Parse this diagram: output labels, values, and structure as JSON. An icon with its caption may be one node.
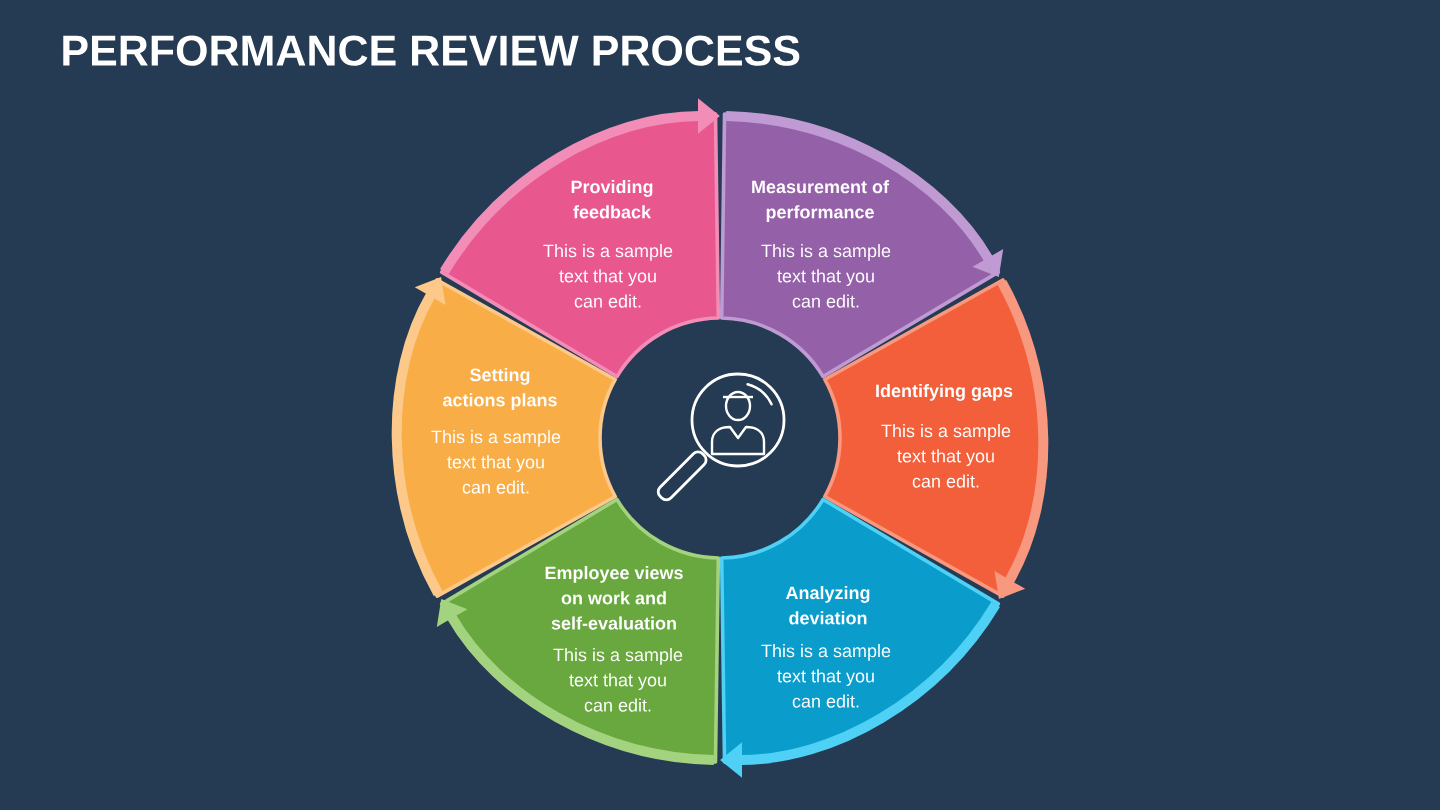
{
  "diagram": {
    "title": "PERFORMANCE REVIEW PROCESS",
    "nodes": [
      {
        "text": [
          "Providing feedback",
          "This is a sample text that you can edit."
        ]
      },
      {
        "text": [
          "Measurement of performance",
          "This is a sample text that you can edit."
        ]
      },
      {
        "text": [
          "Identifying gaps",
          "This is a sample text that you can edit."
        ]
      },
      {
        "text": [
          "Analyzing deviation",
          "This is a sample text that you can edit."
        ]
      },
      {
        "text": [
          "Employee views on work and self-evaluation",
          "This is a sample text that you can edit."
        ]
      },
      {
        "text": [
          "Setting actions plans",
          "This is a sample text that you can edit."
        ]
      }
    ],
    "edges": [
      {
        "from": 0,
        "to": 1,
        "arrow": "to",
        "color": "#f28db8"
      },
      {
        "from": 1,
        "to": 2,
        "arrow": "to",
        "color": "#bf9ad3"
      },
      {
        "from": 2,
        "to": 3,
        "arrow": "to",
        "color": "#f7987f"
      },
      {
        "from": 3,
        "to": 4,
        "arrow": "to",
        "color": "#4fd0f5"
      },
      {
        "from": 4,
        "to": 5,
        "arrow": "to",
        "color": "#a3d37f"
      },
      {
        "from": 5,
        "to": 0,
        "arrow": "to",
        "color": "#fcc98a"
      }
    ]
  }
}
